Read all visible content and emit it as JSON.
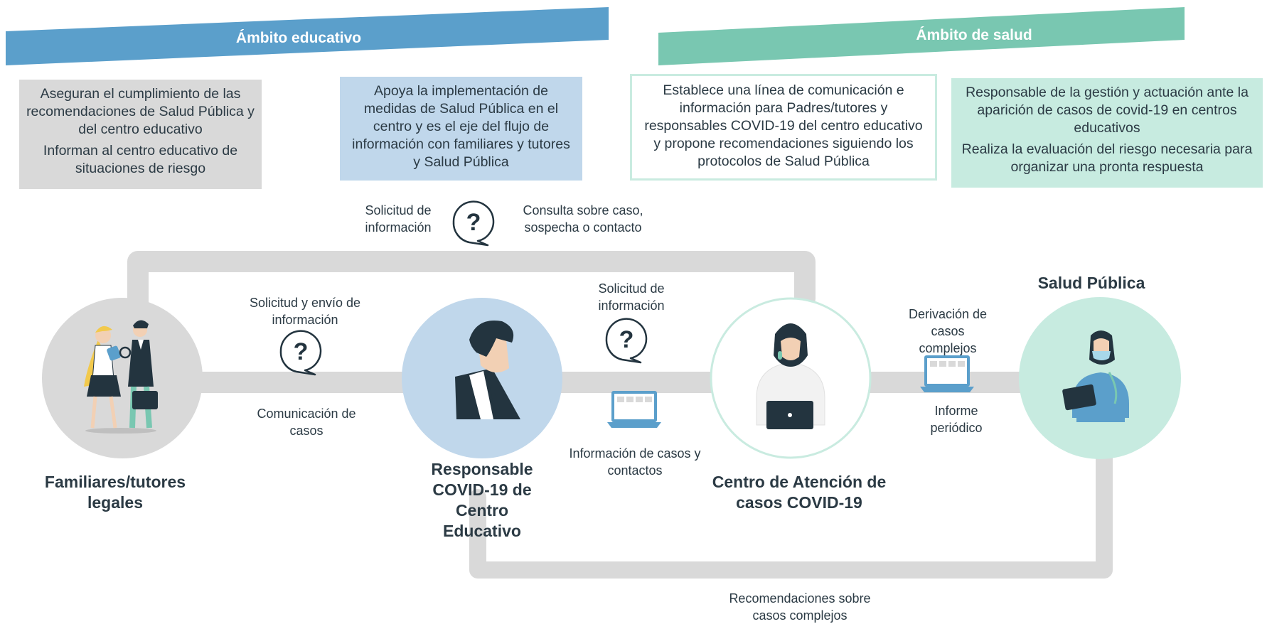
{
  "banners": {
    "education": "Ámbito educativo",
    "health": "Ámbito de salud"
  },
  "boxes": {
    "families": {
      "line1": "Aseguran el cumplimiento de las recomendaciones de Salud Pública y del centro educativo",
      "line2": "Informan al centro educativo de situaciones de riesgo"
    },
    "covid_manager": {
      "line1": "Apoya la implementación de medidas de Salud Pública  en el centro y es el eje del flujo de información con familiares y tutores y Salud Pública"
    },
    "care_center": {
      "line1": "Establece una línea de comunicación e información  para Padres/tutores y responsables COVID-19 del centro educativo y propone recomendaciones siguiendo los protocolos de Salud Pública"
    },
    "public_health": {
      "line1": "Responsable de la gestión y actuación ante la aparición de casos de covid-19 en centros educativos",
      "line2": "Realiza la evaluación del riesgo necesaria para organizar una pronta respuesta"
    }
  },
  "flow_labels": {
    "top_request": "Solicitud de información",
    "top_query": "Consulta sobre caso, sospecha o contacto",
    "request_send": "Solicitud  y envío de información",
    "communication": "Comunicación de casos",
    "mid_request": "Solicitud de información",
    "info_cases": "Información de casos y contactos",
    "referral": "Derivación de casos complejos",
    "periodic_report": "Informe periódico",
    "recommendations": "Recomendaciones sobre casos complejos"
  },
  "actors": {
    "families": "Familiares/tutores legales",
    "covid_manager": "Responsable COVID-19 de Centro Educativo",
    "care_center": "Centro de Atención de casos COVID-19",
    "public_health": "Salud Pública"
  },
  "colors": {
    "banner_education": "#5b9fcb",
    "banner_health": "#79c7b1",
    "connector": "#d9d9d9",
    "text_dark": "#2b3a44"
  },
  "icons": [
    "question-bubble-icon",
    "laptop-icon",
    "families-illustration",
    "covid-manager-illustration",
    "care-center-operator-illustration",
    "health-worker-illustration"
  ]
}
